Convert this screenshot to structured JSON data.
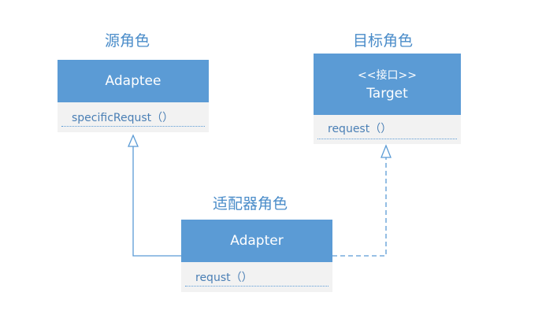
{
  "roles": {
    "source": "源角色",
    "target": "目标角色",
    "adapter": "适配器角色"
  },
  "classes": {
    "adaptee": {
      "name": "Adaptee",
      "method": "specificRequst（）"
    },
    "target": {
      "stereotype": "<<接口>>",
      "name": "Target",
      "method": "request（）"
    },
    "adapter": {
      "name": "Adapter",
      "method": "requst（）"
    }
  },
  "colors": {
    "header": "#5b9bd5",
    "body": "#f2f2f2",
    "label": "#4a8cc9",
    "line": "#5b9bd5"
  }
}
